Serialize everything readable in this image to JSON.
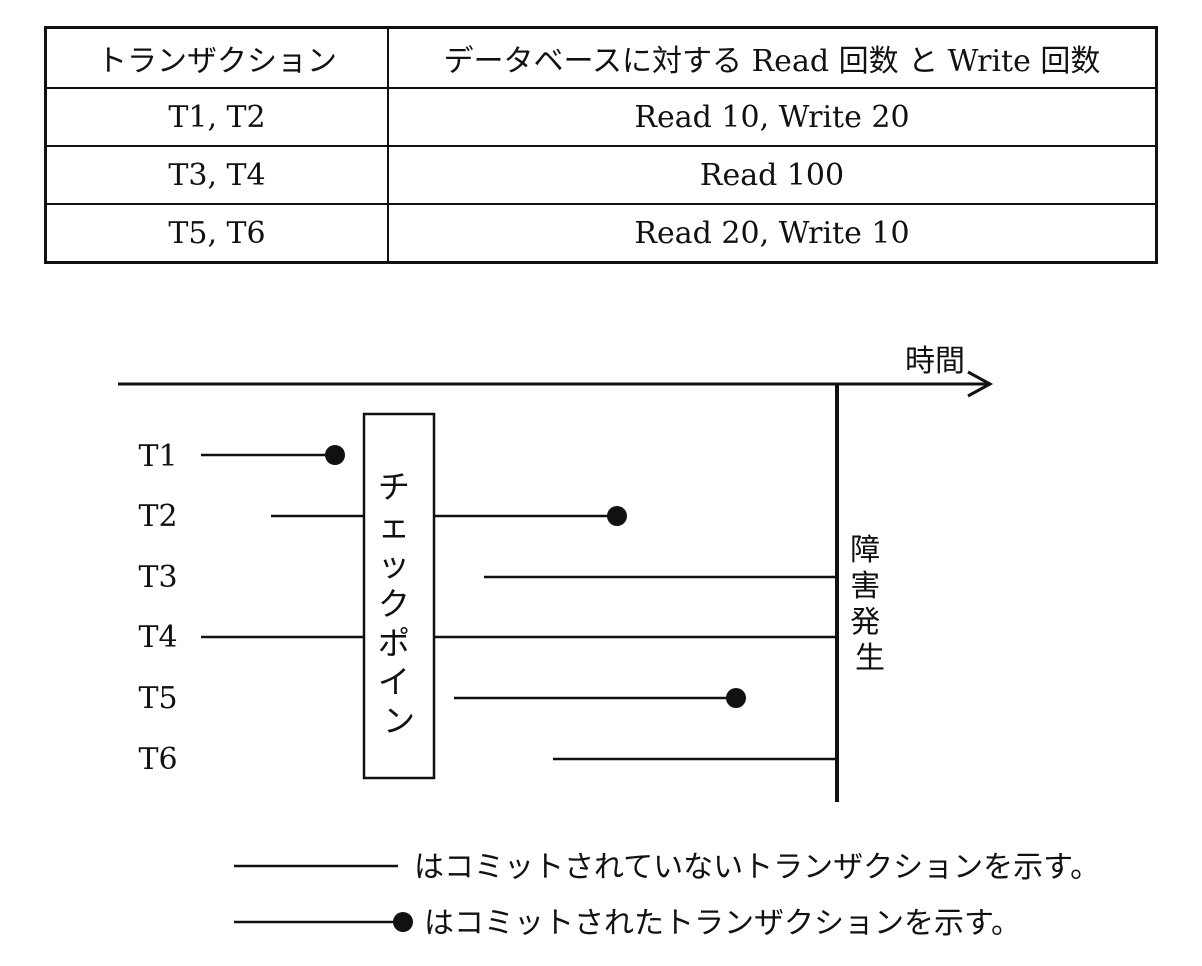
{
  "table": {
    "headers": [
      "トランザクション",
      "データベースに対する Read 回数 と Write 回数"
    ],
    "rows": [
      [
        "T1, T2",
        "Read 10, Write 20"
      ],
      [
        "T3, T4",
        "Read 100"
      ],
      [
        "T5, T6",
        "Read 20, Write 10"
      ]
    ]
  },
  "diagram": {
    "time_label": "時間",
    "checkpoint_label": "チェックポイント",
    "failure_label": "障害発生",
    "transactions": [
      {
        "label": "T1",
        "committed": true
      },
      {
        "label": "T2",
        "committed": true
      },
      {
        "label": "T3",
        "committed": false
      },
      {
        "label": "T4",
        "committed": false
      },
      {
        "label": "T5",
        "committed": true
      },
      {
        "label": "T6",
        "committed": false
      }
    ]
  },
  "legend": {
    "uncommitted": "はコミットされていないトランザクションを示す。",
    "committed": "はコミットされたトランザクションを示す。"
  }
}
